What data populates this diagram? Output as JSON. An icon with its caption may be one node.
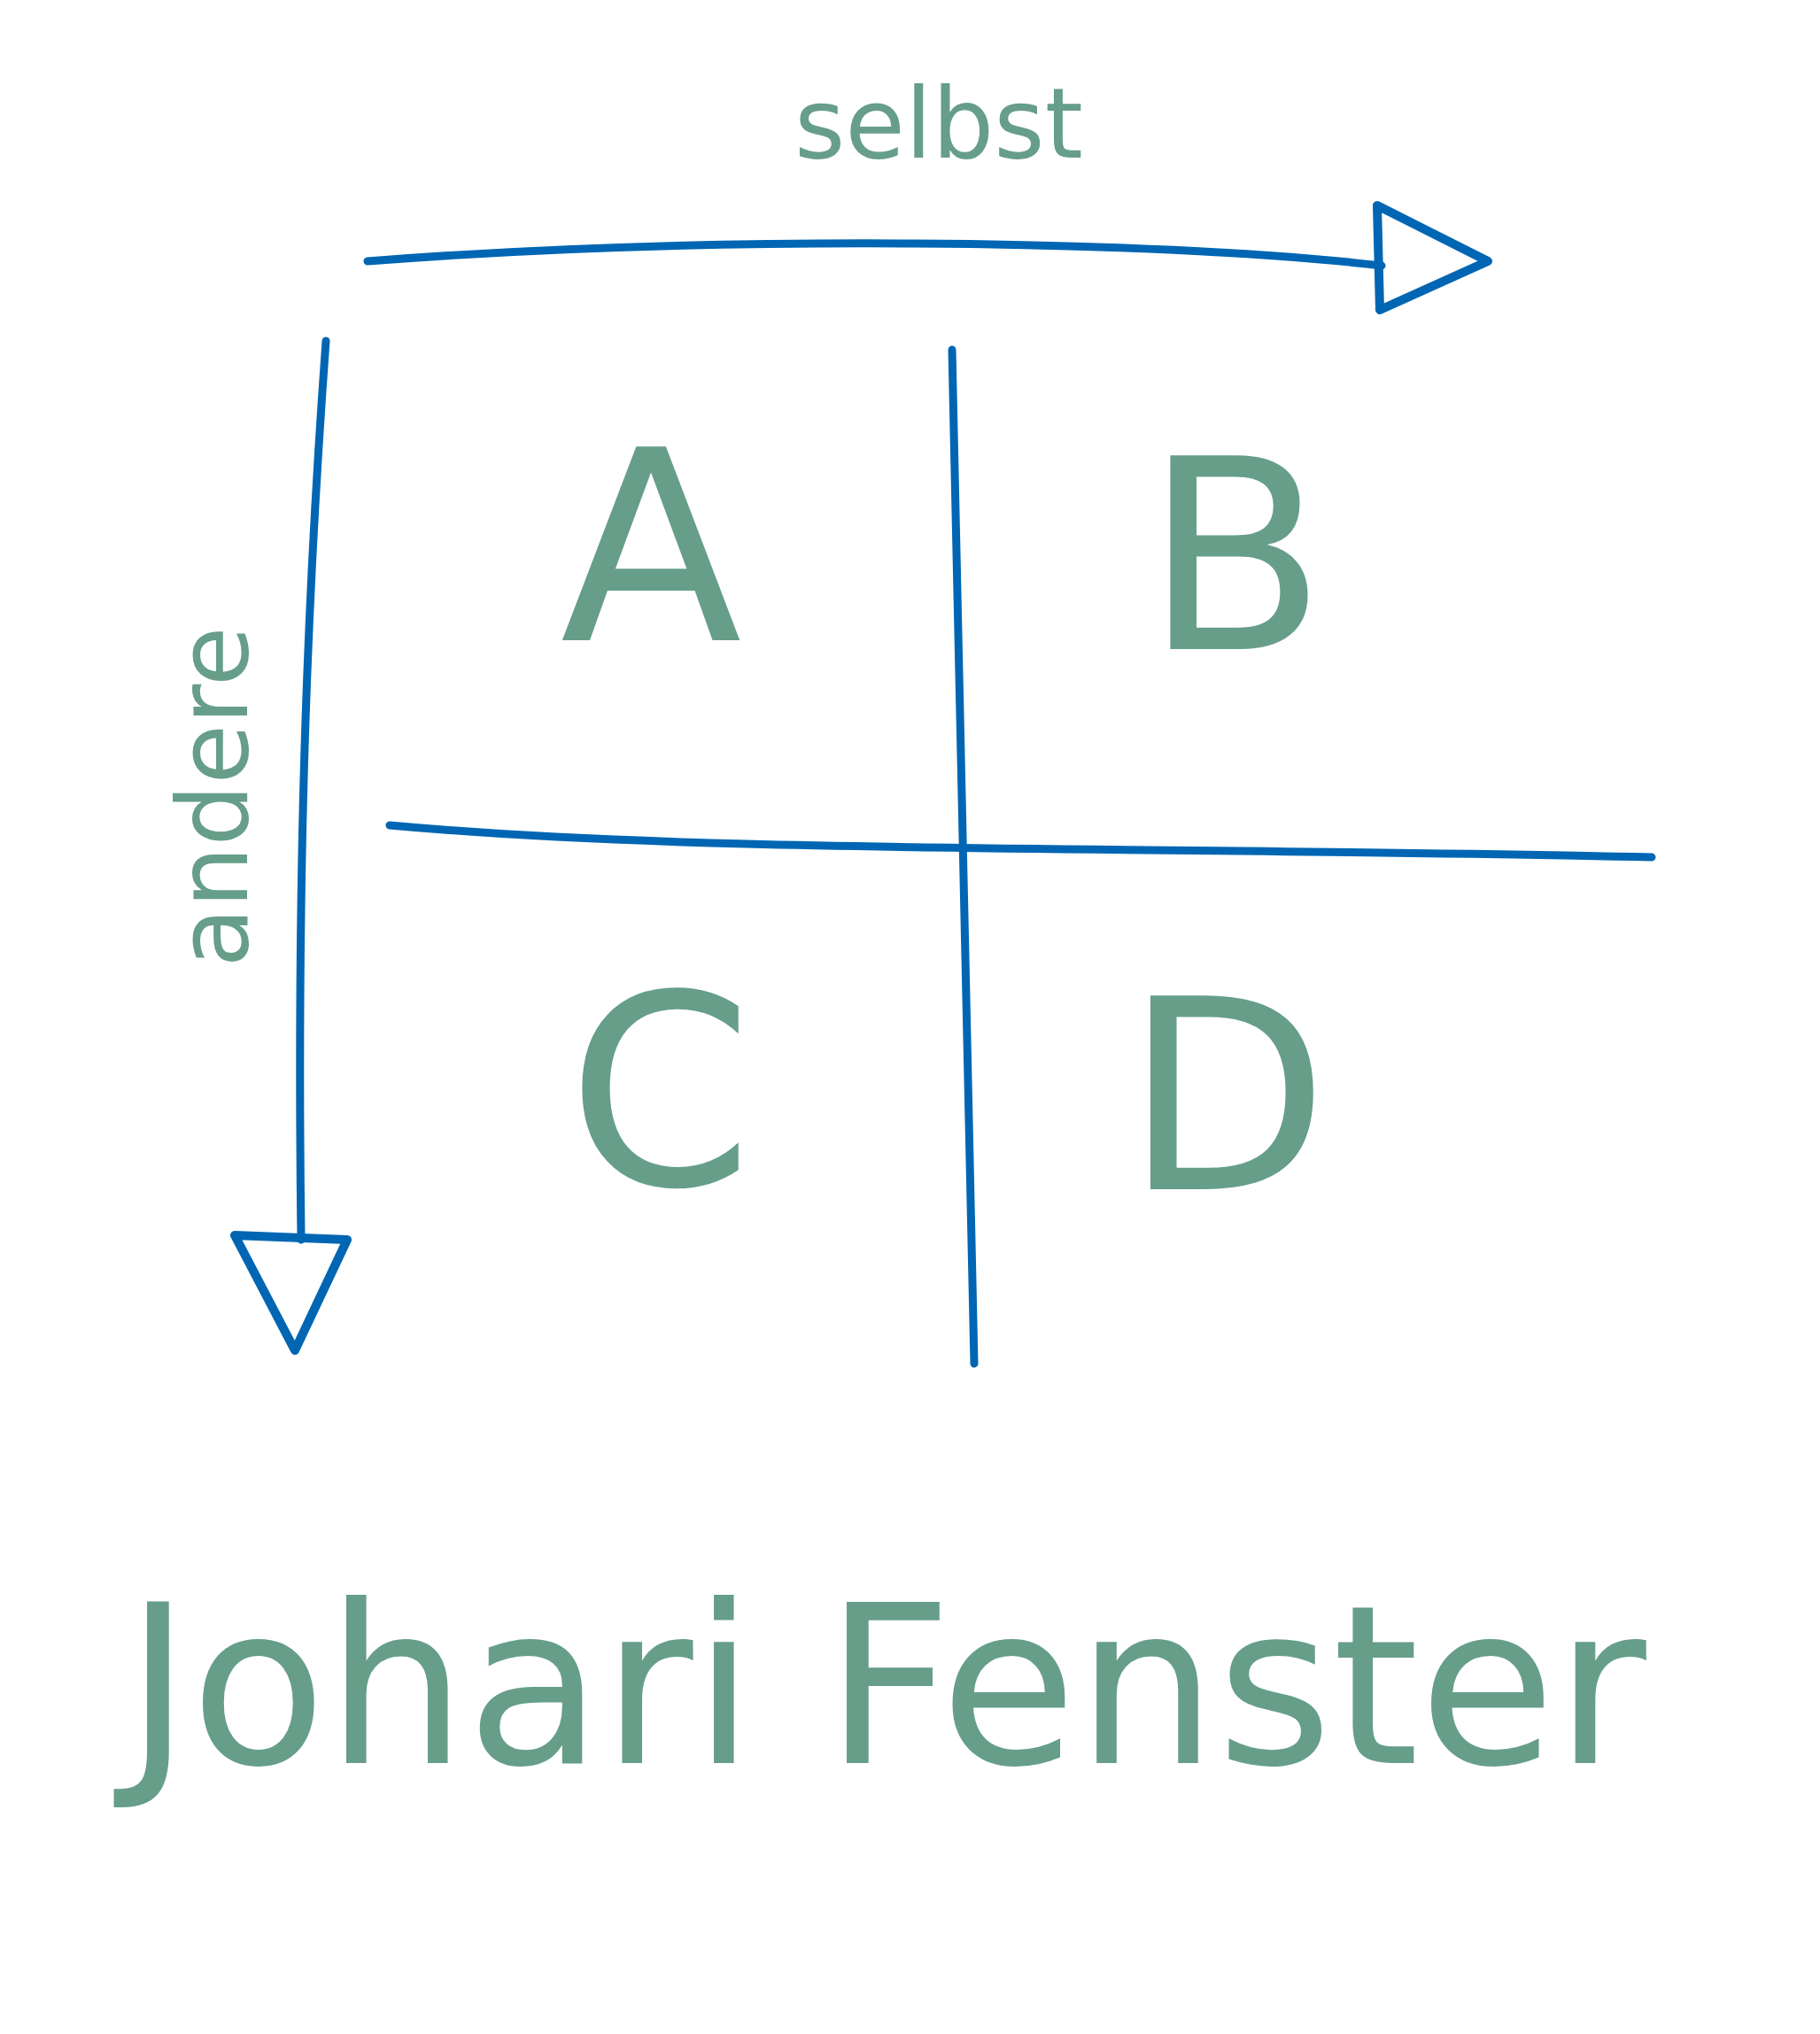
{
  "diagram": {
    "title": "Johari Fenster",
    "labels": [
      "selbst",
      "andere",
      "A",
      "B",
      "C",
      "D"
    ]
  }
}
